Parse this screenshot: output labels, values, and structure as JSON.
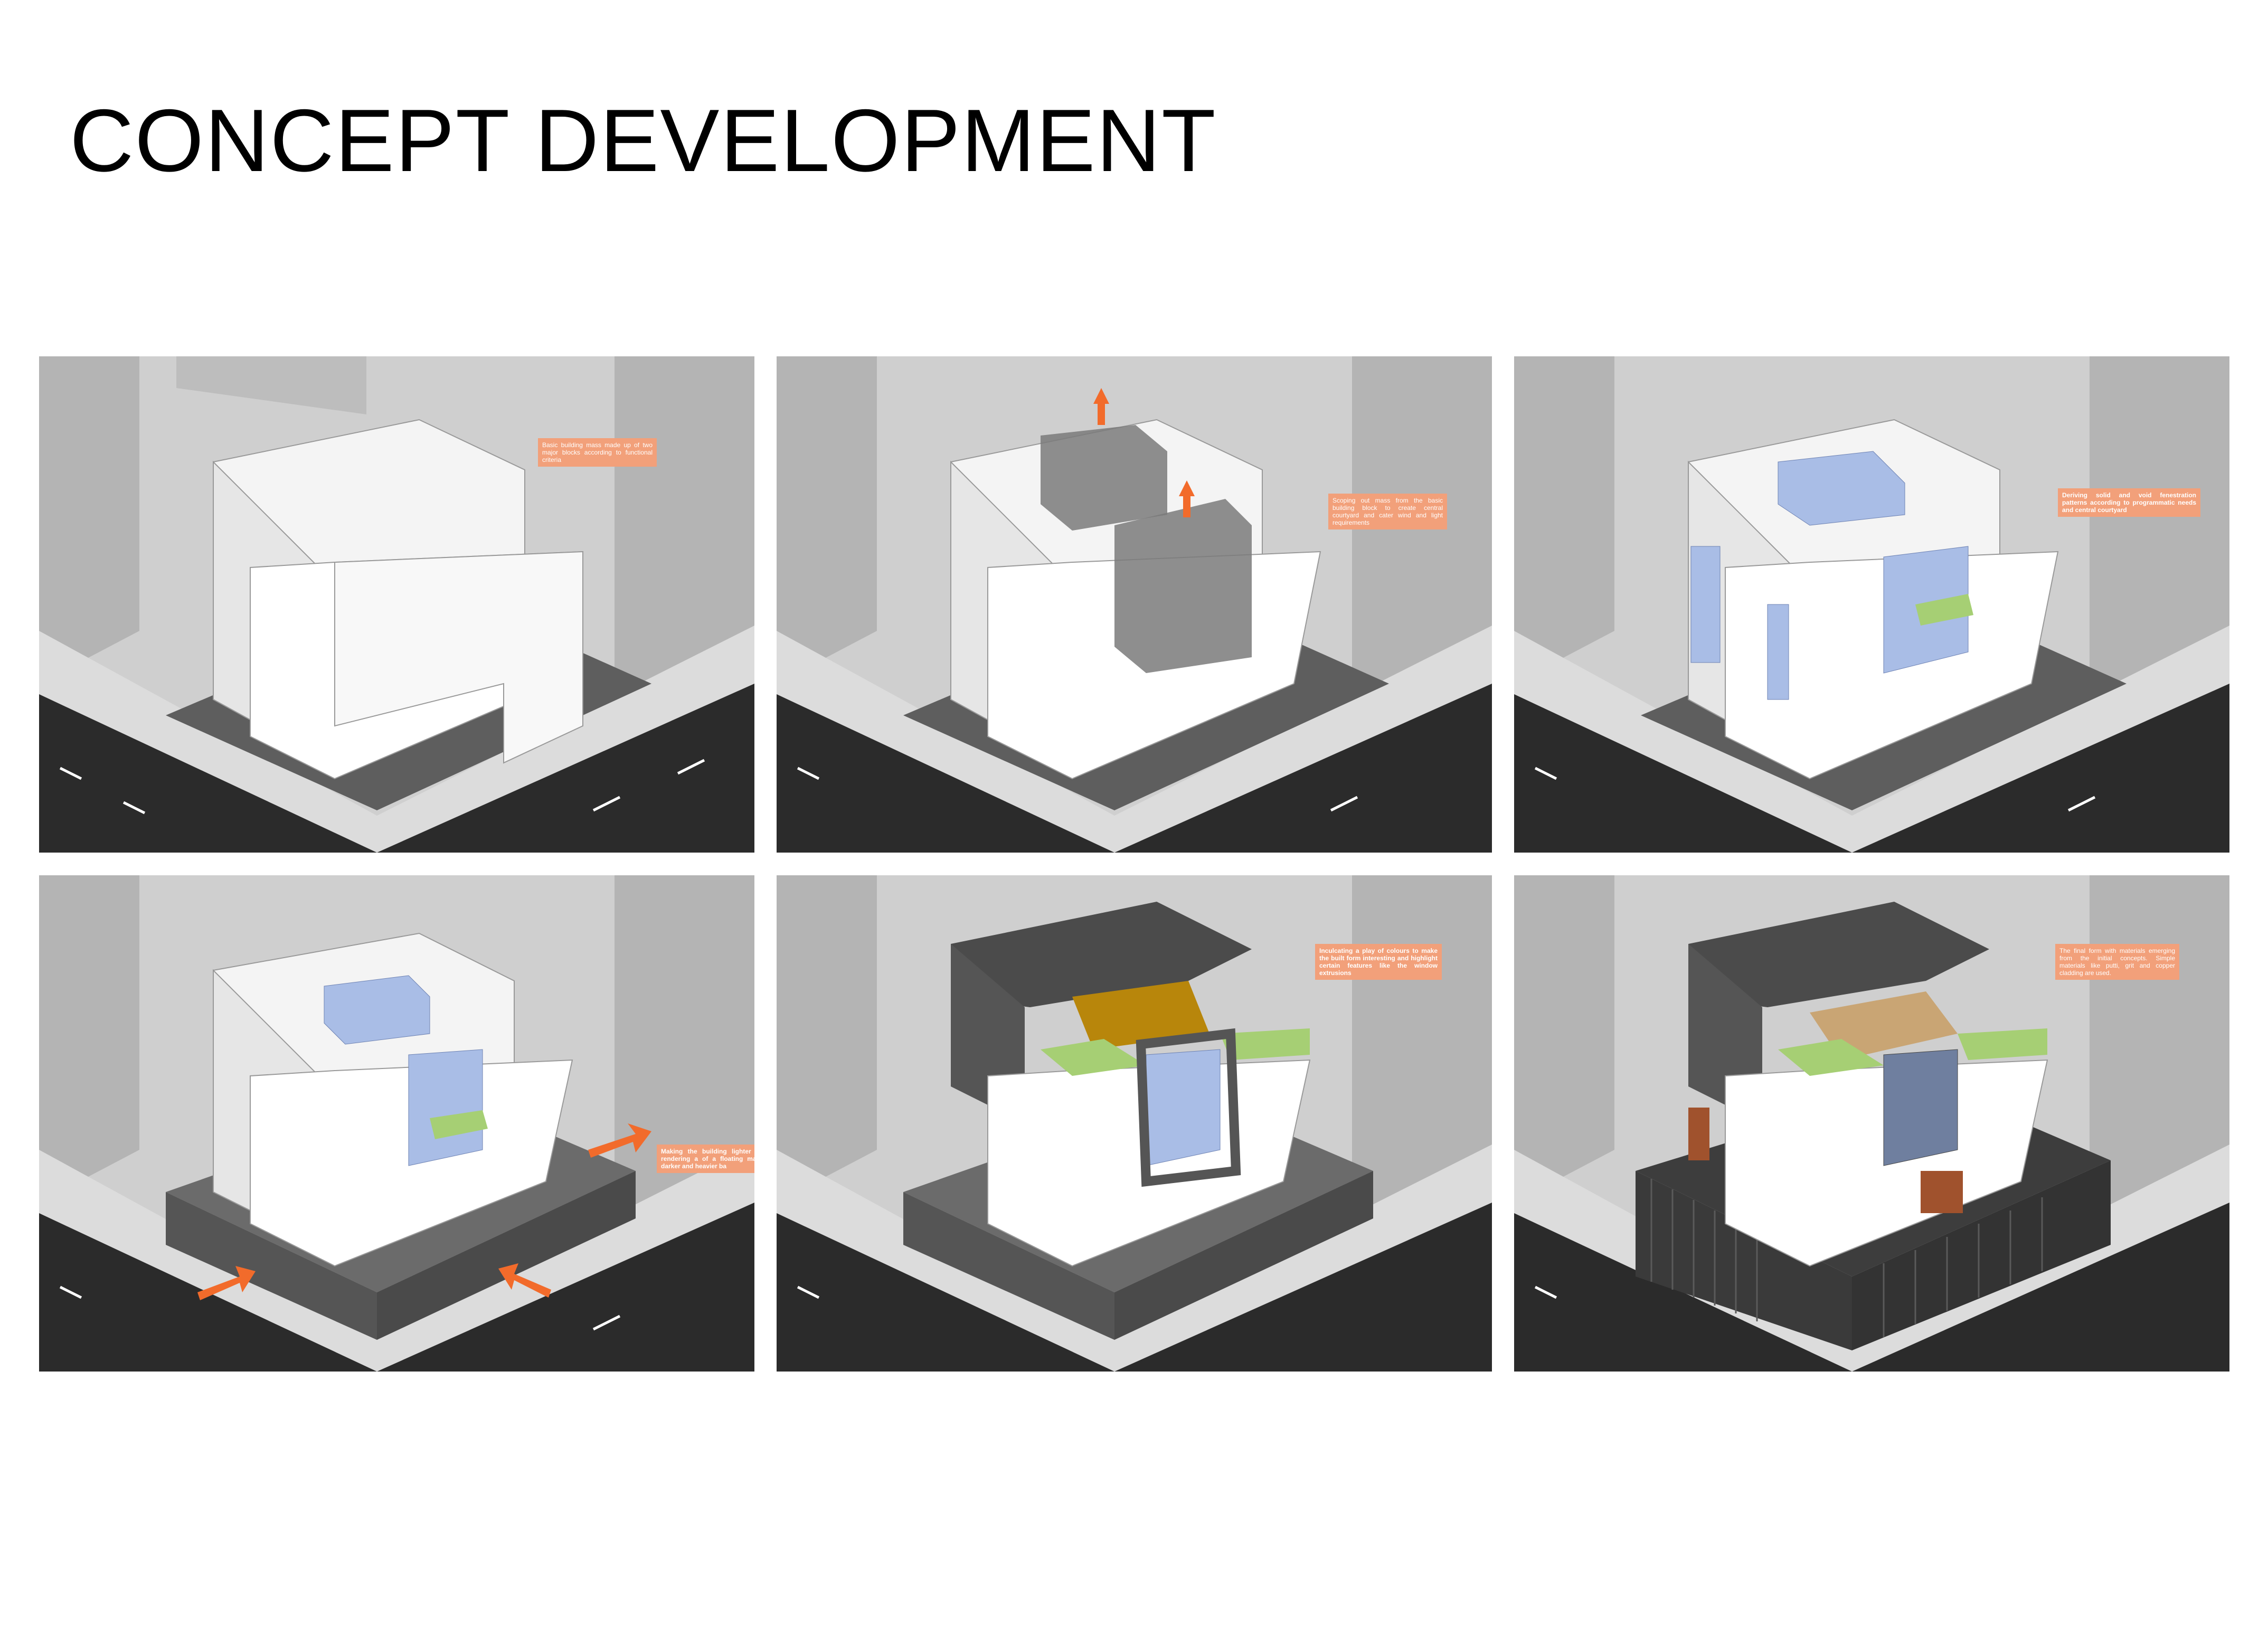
{
  "page": {
    "title": "CONCEPT DEVELOPMENT"
  },
  "panels": [
    {
      "note": "Basic building mass made up of two major blocks according to functional criteria"
    },
    {
      "note": "Scoping out mass from the basic building block to create central courtyard and cater wind and light requirements"
    },
    {
      "note": "Deriving solid and void fenestration patterns according to programmatic needs and central courtyard"
    },
    {
      "note": "Making the building lighter by rendering a of a floating mass darker and heavier ba"
    },
    {
      "note": "Inculcating a play of colours to make the built form interesting and highlight certain features like the window extrusions"
    },
    {
      "note": "The final form with materials emerging from the initial concepts. Simple materials like putti, grit and copper cladding are used."
    }
  ],
  "colors": {
    "accent_orange": "#f26b2b",
    "note_fill": "#f2a07a",
    "mass_white": "#f4f4f4",
    "road": "#2b2b2b",
    "glass_blue": "#a9bde6",
    "green_roof": "#a6cf74",
    "ochre": "#b8860b",
    "dark_cladding": "#4b4b4b",
    "copper": "#a0522d",
    "wood": "#c9a574"
  }
}
